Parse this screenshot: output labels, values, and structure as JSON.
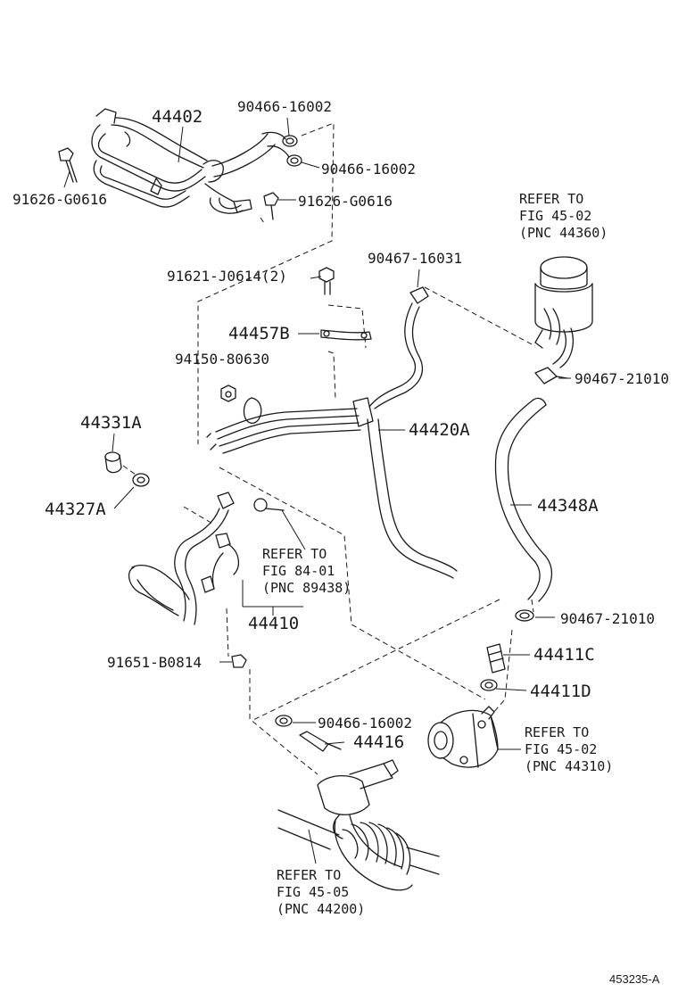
{
  "labels": {
    "p44402": "44402",
    "p90466_a": "90466-16002",
    "p90466_b": "90466-16002",
    "p91626_a": "91626-G0616",
    "p91626_b": "91626-G0616",
    "p91621": "91621-J0614(2)",
    "p90467_16031": "90467-16031",
    "p44457b": "44457B",
    "p94150": "94150-80630",
    "p90467_21010_a": "90467-21010",
    "p44331a": "44331A",
    "p44420a": "44420A",
    "p44327a": "44327A",
    "p44348a": "44348A",
    "p44410": "44410",
    "p90467_21010_b": "90467-21010",
    "p91651": "91651-B0814",
    "p44411c": "44411C",
    "p44411d": "44411D",
    "p90466_c": "90466-16002",
    "p44416": "44416"
  },
  "refs": {
    "ref_44360": [
      "REFER TO",
      "FIG 45-02",
      "(PNC 44360)"
    ],
    "ref_89438": [
      "REFER TO",
      "FIG 84-01",
      "(PNC 89438)"
    ],
    "ref_44310": [
      "REFER TO",
      "FIG 45-02",
      "(PNC 44310)"
    ],
    "ref_44200": [
      "REFER TO",
      "FIG 45-05",
      "(PNC 44200)"
    ]
  },
  "figure_id": "453235-A",
  "colors": {
    "ink": "#1a1a1a",
    "paper": "#ffffff"
  }
}
